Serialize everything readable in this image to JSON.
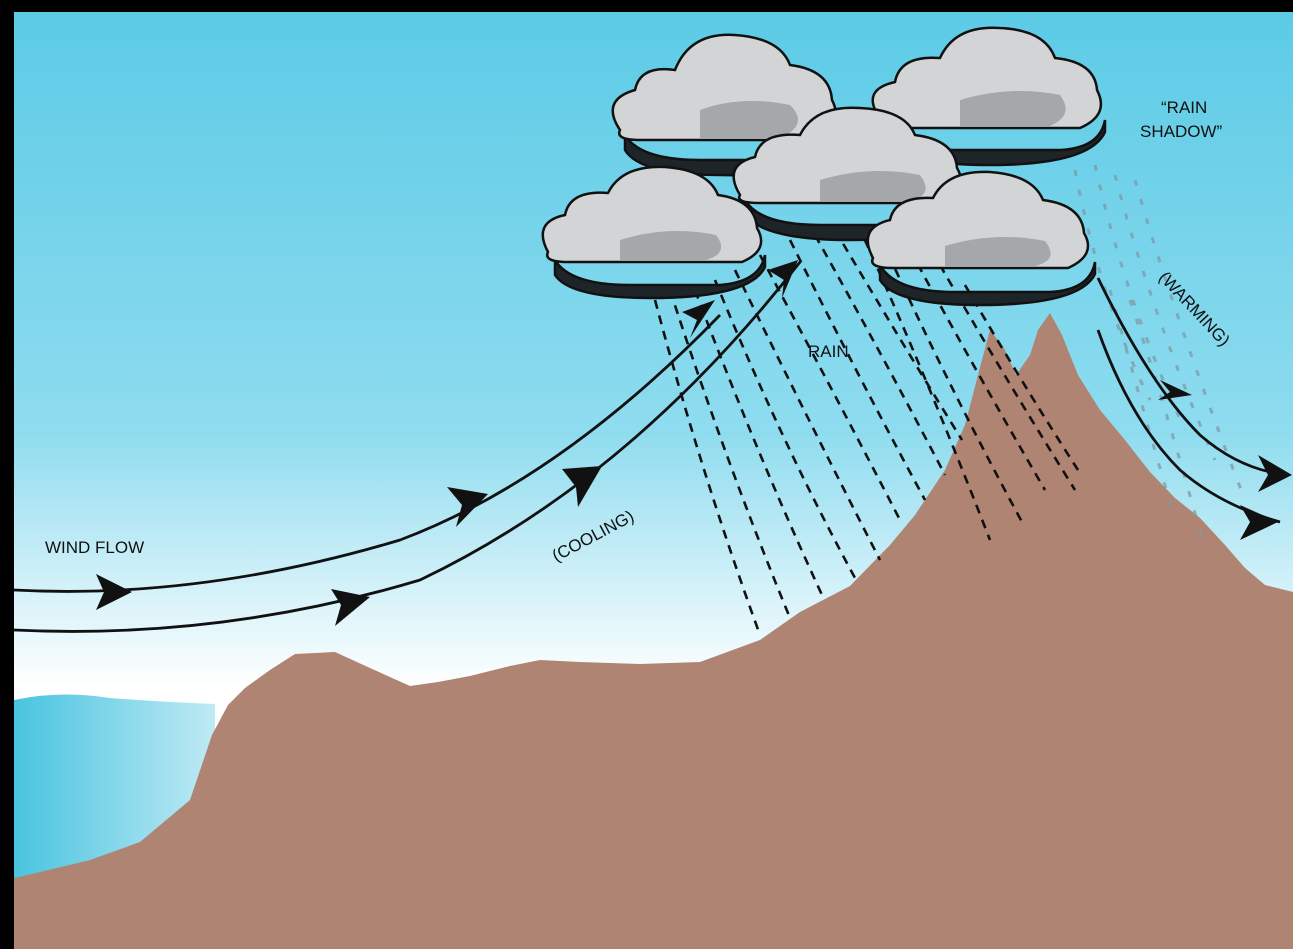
{
  "labels": {
    "wind_flow": "WIND FLOW",
    "cooling": "(COOLING)",
    "rain": "RAIN",
    "rain_shadow_line1": "“RAIN",
    "rain_shadow_line2": "SHADOW”",
    "warming": "(WARMING)"
  },
  "colors": {
    "sky_top": "#5ccbe6",
    "sky_bottom": "#ffffff",
    "water": "#49c4e0",
    "mountain": "#b08472",
    "cloud_light": "#d2d4d6",
    "cloud_mid": "#a4a8ab",
    "cloud_dark": "#1e2528",
    "line": "#111111",
    "frame": "#000000"
  }
}
